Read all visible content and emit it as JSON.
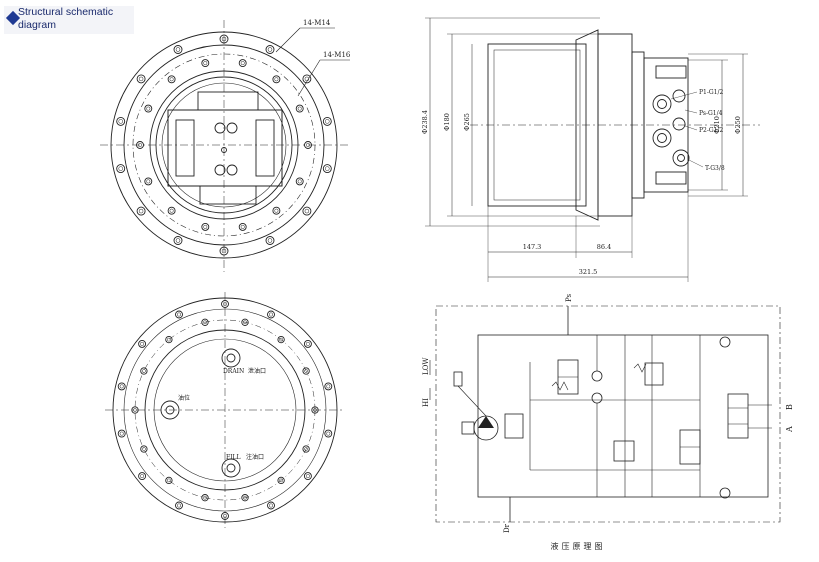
{
  "header": {
    "title": "Structural schematic diagram",
    "icon": "diamond-bullet-icon",
    "accent": "#1f3a93"
  },
  "front_view": {
    "callout_top": "14-M14",
    "callout_right": "14-M16"
  },
  "side_view": {
    "dim_total_height": "Φ238.4",
    "dim_body": "Φ180",
    "dim_inner": "Φ265",
    "dim_flange_a": "Φ210",
    "dim_flange_b": "Φ250",
    "dim_len_1": "147.3",
    "dim_len_2": "86.4",
    "dim_len_total": "321.5",
    "port_p1": "P1-G1/2",
    "port_ps": "Ps-G1/4",
    "port_p2": "P2-G1/2",
    "port_t": "T-G3/8"
  },
  "back_view": {
    "drain_label": "DRAIN",
    "drain_cn": "泄油口",
    "level_cn": "油位",
    "fill_label": "FILL",
    "fill_cn": "注油口"
  },
  "hydraulic": {
    "port_ps": "Ps",
    "port_dr": "Dr",
    "label_low": "LOW",
    "label_hi": "HI",
    "port_a": "A",
    "port_b": "B",
    "caption": "液压原理图"
  }
}
